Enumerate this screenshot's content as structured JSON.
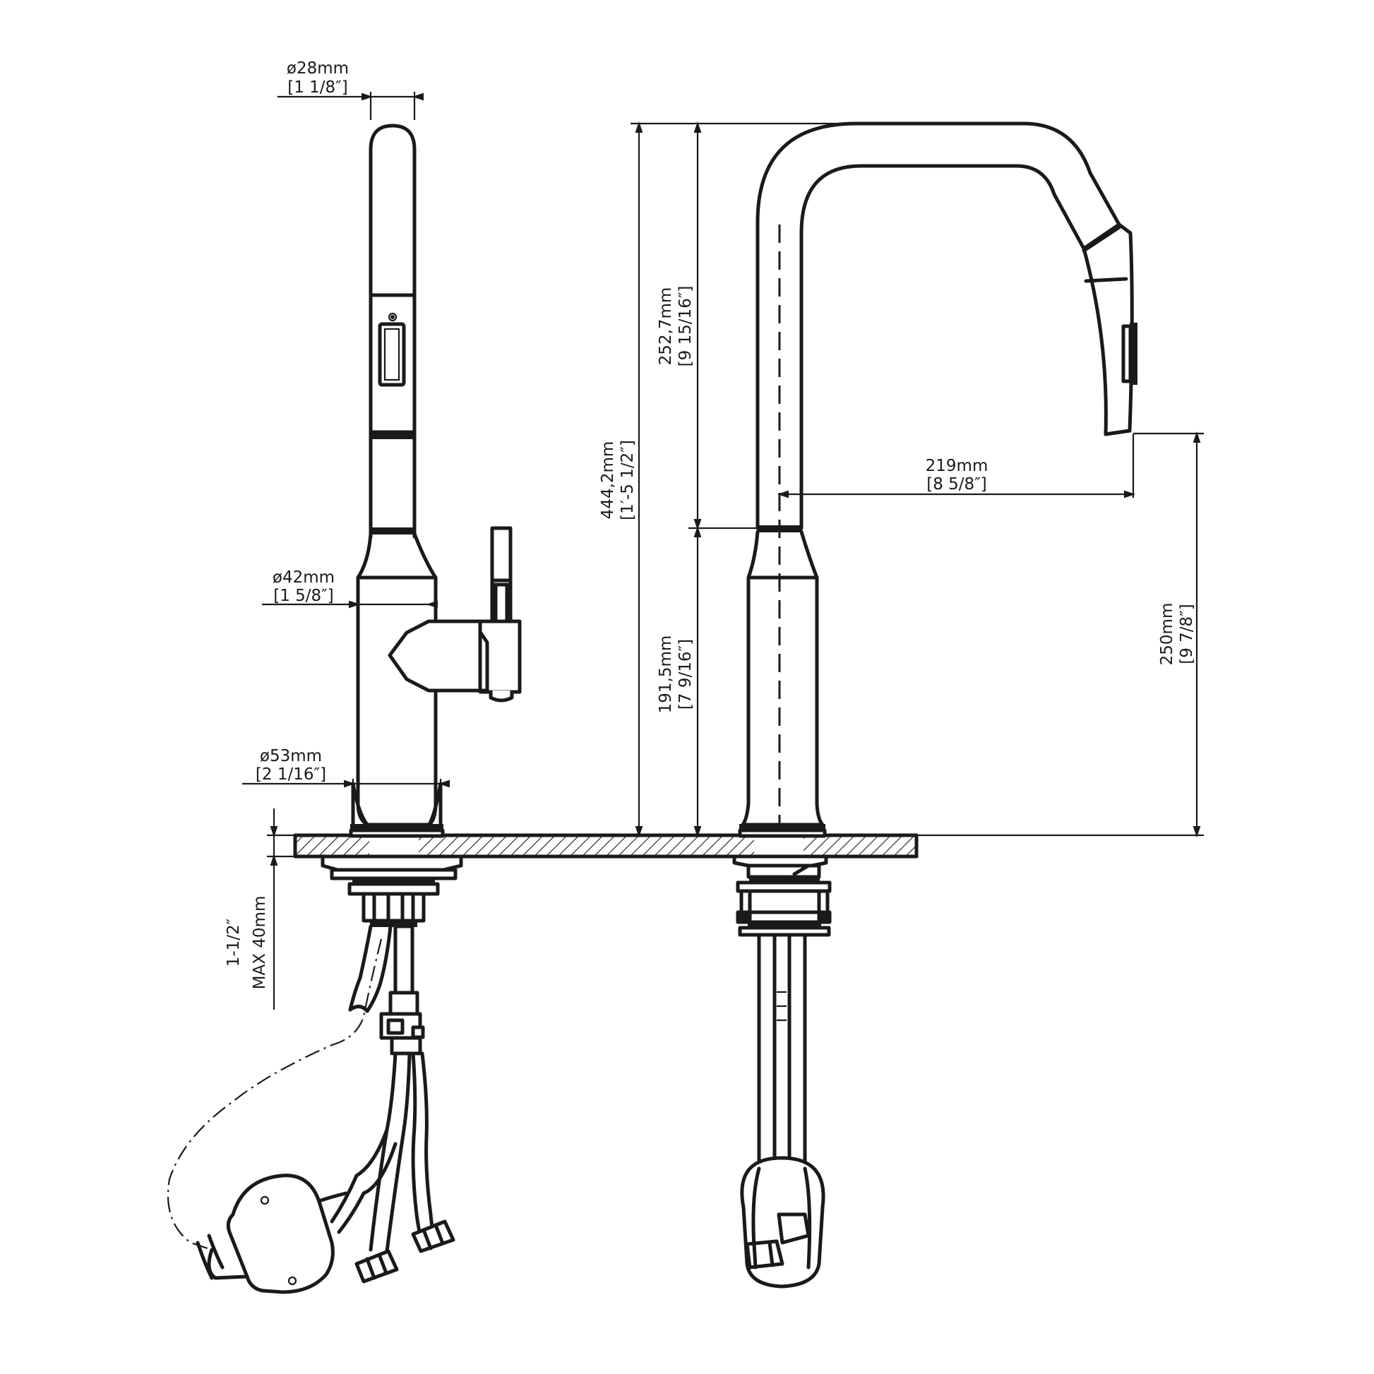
{
  "dimensions": {
    "spout_diameter": {
      "metric": "ø28mm",
      "imperial": "[1 1/8″]"
    },
    "body_diameter": {
      "metric": "ø42mm",
      "imperial": "[1 5/8″]"
    },
    "base_diameter": {
      "metric": "ø53mm",
      "imperial": "[2 1/16″]"
    },
    "mounting_thickness": {
      "imperial": "1-1/2″",
      "metric": "MAX 40mm"
    },
    "overall_height": {
      "metric": "444,2mm",
      "imperial": "[1′-5 1/2″]"
    },
    "spout_section_height": {
      "metric": "252,7mm",
      "imperial": "[9 15/16″]"
    },
    "body_height": {
      "metric": "191,5mm",
      "imperial": "[7 9/16″]"
    },
    "spout_reach": {
      "metric": "219mm",
      "imperial": "[8 5/8″]"
    },
    "spout_clearance": {
      "metric": "250mm",
      "imperial": "[9 7/8″]"
    }
  }
}
